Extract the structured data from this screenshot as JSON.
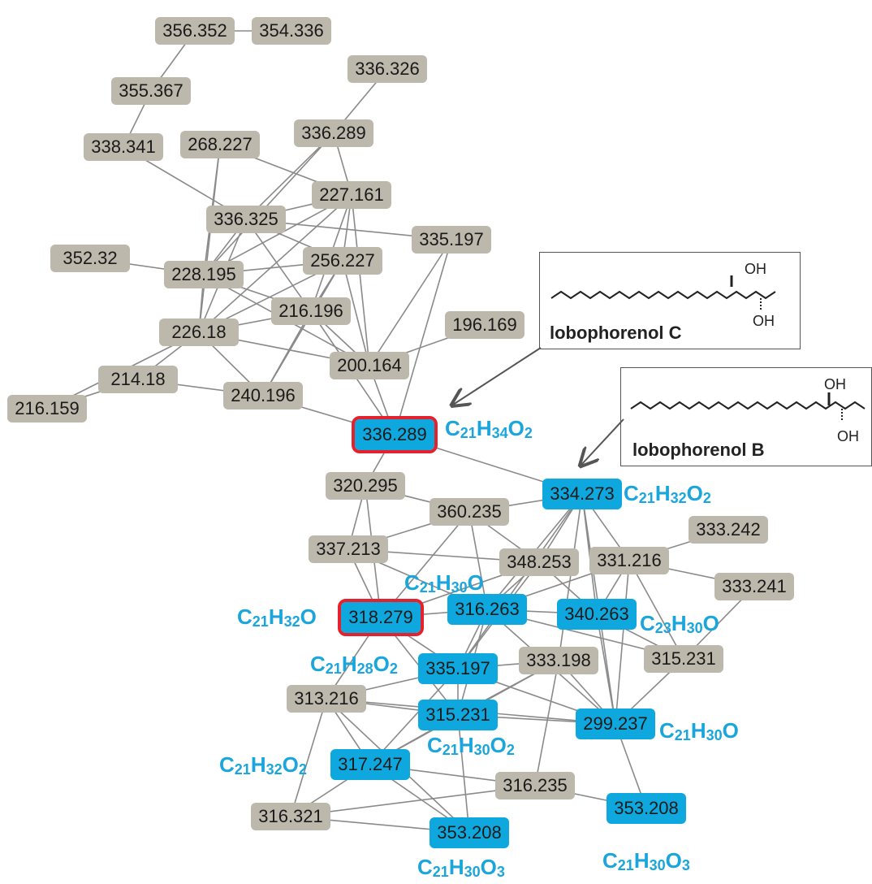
{
  "colors": {
    "gray": "#bdb8ac",
    "blue": "#0ea8de",
    "highlight": "#e3222e",
    "formula": "#1aa6dc",
    "edge": "#8a8a8a"
  },
  "nodes": [
    {
      "id": "n1",
      "label": "356.352",
      "type": "gray"
    },
    {
      "id": "n2",
      "label": "354.336",
      "type": "gray"
    },
    {
      "id": "n3",
      "label": "336.326",
      "type": "gray"
    },
    {
      "id": "n4",
      "label": "355.367",
      "type": "gray"
    },
    {
      "id": "n5",
      "label": "338.341",
      "type": "gray"
    },
    {
      "id": "n6",
      "label": "268.227",
      "type": "gray"
    },
    {
      "id": "n7",
      "label": "336.289",
      "type": "gray"
    },
    {
      "id": "n8",
      "label": "227.161",
      "type": "gray"
    },
    {
      "id": "n9",
      "label": "336.325",
      "type": "gray"
    },
    {
      "id": "n10",
      "label": "335.197",
      "type": "gray"
    },
    {
      "id": "n11",
      "label": "352.32",
      "type": "gray"
    },
    {
      "id": "n12",
      "label": "228.195",
      "type": "gray"
    },
    {
      "id": "n13",
      "label": "256.227",
      "type": "gray"
    },
    {
      "id": "n14",
      "label": "216.196",
      "type": "gray"
    },
    {
      "id": "n15",
      "label": "196.169",
      "type": "gray"
    },
    {
      "id": "n16",
      "label": "226.18",
      "type": "gray"
    },
    {
      "id": "n17",
      "label": "200.164",
      "type": "gray"
    },
    {
      "id": "n18",
      "label": "214.18",
      "type": "gray"
    },
    {
      "id": "n19",
      "label": "240.196",
      "type": "gray"
    },
    {
      "id": "n20",
      "label": "216.159",
      "type": "gray"
    },
    {
      "id": "n21",
      "label": "336.289",
      "type": "blue",
      "highlight": true
    },
    {
      "id": "n22",
      "label": "320.295",
      "type": "gray"
    },
    {
      "id": "n23",
      "label": "334.273",
      "type": "blue"
    },
    {
      "id": "n24",
      "label": "360.235",
      "type": "gray"
    },
    {
      "id": "n25",
      "label": "333.242",
      "type": "gray"
    },
    {
      "id": "n26",
      "label": "337.213",
      "type": "gray"
    },
    {
      "id": "n27",
      "label": "348.253",
      "type": "gray"
    },
    {
      "id": "n28",
      "label": "331.216",
      "type": "gray"
    },
    {
      "id": "n29",
      "label": "333.241",
      "type": "gray"
    },
    {
      "id": "n30",
      "label": "318.279",
      "type": "blue",
      "highlight": true
    },
    {
      "id": "n31",
      "label": "316.263",
      "type": "blue"
    },
    {
      "id": "n32",
      "label": "340.263",
      "type": "blue"
    },
    {
      "id": "n33",
      "label": "335.197",
      "type": "blue"
    },
    {
      "id": "n34",
      "label": "333.198",
      "type": "gray"
    },
    {
      "id": "n35",
      "label": "315.231",
      "type": "gray"
    },
    {
      "id": "n36",
      "label": "313.216",
      "type": "gray"
    },
    {
      "id": "n37",
      "label": "315.231",
      "type": "blue"
    },
    {
      "id": "n38",
      "label": "299.237",
      "type": "blue"
    },
    {
      "id": "n39",
      "label": "317.247",
      "type": "blue"
    },
    {
      "id": "n40",
      "label": "316.235",
      "type": "gray"
    },
    {
      "id": "n41",
      "label": "353.208",
      "type": "blue"
    },
    {
      "id": "n42",
      "label": "316.321",
      "type": "gray"
    },
    {
      "id": "n43",
      "label": "353.208",
      "type": "blue"
    }
  ],
  "edges": [
    [
      "n1",
      "n2"
    ],
    [
      "n1",
      "n4"
    ],
    [
      "n4",
      "n5"
    ],
    [
      "n5",
      "n9"
    ],
    [
      "n3",
      "n7"
    ],
    [
      "n7",
      "n8"
    ],
    [
      "n7",
      "n9"
    ],
    [
      "n7",
      "n12"
    ],
    [
      "n6",
      "n8"
    ],
    [
      "n6",
      "n12"
    ],
    [
      "n6",
      "n16"
    ],
    [
      "n8",
      "n9"
    ],
    [
      "n8",
      "n12"
    ],
    [
      "n8",
      "n13"
    ],
    [
      "n8",
      "n14"
    ],
    [
      "n8",
      "n17"
    ],
    [
      "n8",
      "n16"
    ],
    [
      "n9",
      "n10"
    ],
    [
      "n9",
      "n12"
    ],
    [
      "n9",
      "n13"
    ],
    [
      "n9",
      "n16"
    ],
    [
      "n9",
      "n14"
    ],
    [
      "n11",
      "n12"
    ],
    [
      "n12",
      "n13"
    ],
    [
      "n12",
      "n14"
    ],
    [
      "n12",
      "n16"
    ],
    [
      "n12",
      "n17"
    ],
    [
      "n13",
      "n16"
    ],
    [
      "n13",
      "n17"
    ],
    [
      "n13",
      "n19"
    ],
    [
      "n13",
      "n14"
    ],
    [
      "n14",
      "n17"
    ],
    [
      "n14",
      "n19"
    ],
    [
      "n14",
      "n16"
    ],
    [
      "n16",
      "n18"
    ],
    [
      "n16",
      "n17"
    ],
    [
      "n16",
      "n19"
    ],
    [
      "n16",
      "n20"
    ],
    [
      "n18",
      "n20"
    ],
    [
      "n18",
      "n19"
    ],
    [
      "n19",
      "n21"
    ],
    [
      "n15",
      "n17"
    ],
    [
      "n17",
      "n21"
    ],
    [
      "n10",
      "n21"
    ],
    [
      "n10",
      "n17"
    ],
    [
      "n14",
      "n21"
    ],
    [
      "n21",
      "n22"
    ],
    [
      "n21",
      "n23"
    ],
    [
      "n22",
      "n24"
    ],
    [
      "n22",
      "n26"
    ],
    [
      "n22",
      "n30"
    ],
    [
      "n23",
      "n24"
    ],
    [
      "n23",
      "n27"
    ],
    [
      "n23",
      "n28"
    ],
    [
      "n23",
      "n32"
    ],
    [
      "n23",
      "n31"
    ],
    [
      "n23",
      "n38"
    ],
    [
      "n23",
      "n33"
    ],
    [
      "n23",
      "n34"
    ],
    [
      "n24",
      "n26"
    ],
    [
      "n24",
      "n27"
    ],
    [
      "n24",
      "n30"
    ],
    [
      "n24",
      "n31"
    ],
    [
      "n26",
      "n30"
    ],
    [
      "n26",
      "n27"
    ],
    [
      "n26",
      "n31"
    ],
    [
      "n25",
      "n28"
    ],
    [
      "n28",
      "n29"
    ],
    [
      "n28",
      "n31"
    ],
    [
      "n28",
      "n35"
    ],
    [
      "n28",
      "n38"
    ],
    [
      "n28",
      "n32"
    ],
    [
      "n27",
      "n31"
    ],
    [
      "n27",
      "n32"
    ],
    [
      "n27",
      "n30"
    ],
    [
      "n27",
      "n33"
    ],
    [
      "n29",
      "n35"
    ],
    [
      "n30",
      "n31"
    ],
    [
      "n30",
      "n33"
    ],
    [
      "n30",
      "n36"
    ],
    [
      "n30",
      "n37"
    ],
    [
      "n31",
      "n32"
    ],
    [
      "n31",
      "n33"
    ],
    [
      "n31",
      "n35"
    ],
    [
      "n31",
      "n38"
    ],
    [
      "n31",
      "n37"
    ],
    [
      "n32",
      "n38"
    ],
    [
      "n32",
      "n35"
    ],
    [
      "n33",
      "n34"
    ],
    [
      "n33",
      "n36"
    ],
    [
      "n33",
      "n37"
    ],
    [
      "n33",
      "n38"
    ],
    [
      "n33",
      "n39"
    ],
    [
      "n34",
      "n37"
    ],
    [
      "n34",
      "n38"
    ],
    [
      "n34",
      "n40"
    ],
    [
      "n34",
      "n39"
    ],
    [
      "n35",
      "n38"
    ],
    [
      "n36",
      "n37"
    ],
    [
      "n36",
      "n38"
    ],
    [
      "n36",
      "n39"
    ],
    [
      "n36",
      "n42"
    ],
    [
      "n36",
      "n43"
    ],
    [
      "n37",
      "n39"
    ],
    [
      "n37",
      "n43"
    ],
    [
      "n37",
      "n38"
    ],
    [
      "n38",
      "n41"
    ],
    [
      "n39",
      "n40"
    ],
    [
      "n39",
      "n42"
    ],
    [
      "n39",
      "n43"
    ],
    [
      "n40",
      "n41"
    ],
    [
      "n40",
      "n42"
    ],
    [
      "n42",
      "n43"
    ]
  ],
  "formulas": [
    {
      "id": "f1",
      "target": "n21",
      "parts": [
        [
          "C",
          ""
        ],
        [
          "21",
          "sub"
        ],
        [
          "H",
          ""
        ],
        [
          "34",
          "sub"
        ],
        [
          "O",
          ""
        ],
        [
          "2",
          "sub"
        ]
      ]
    },
    {
      "id": "f2",
      "target": "n23",
      "parts": [
        [
          "C",
          ""
        ],
        [
          "21",
          "sub"
        ],
        [
          "H",
          ""
        ],
        [
          "32",
          "sub"
        ],
        [
          "O",
          ""
        ],
        [
          "2",
          "sub"
        ]
      ]
    },
    {
      "id": "f3",
      "target": "n31",
      "parts": [
        [
          "C",
          ""
        ],
        [
          "21",
          "sub"
        ],
        [
          "H",
          ""
        ],
        [
          "30",
          "sub"
        ],
        [
          "O",
          ""
        ]
      ]
    },
    {
      "id": "f4",
      "target": "n30",
      "parts": [
        [
          "C",
          ""
        ],
        [
          "21",
          "sub"
        ],
        [
          "H",
          ""
        ],
        [
          "32",
          "sub"
        ],
        [
          "O",
          ""
        ]
      ]
    },
    {
      "id": "f5",
      "target": "n32",
      "parts": [
        [
          "C",
          ""
        ],
        [
          "23",
          "sub"
        ],
        [
          "H",
          ""
        ],
        [
          "30",
          "sub"
        ],
        [
          "O",
          ""
        ]
      ]
    },
    {
      "id": "f6",
      "target": "n33",
      "parts": [
        [
          "C",
          ""
        ],
        [
          "21",
          "sub"
        ],
        [
          "H",
          ""
        ],
        [
          "28",
          "sub"
        ],
        [
          "O",
          ""
        ],
        [
          "2",
          "sub"
        ]
      ]
    },
    {
      "id": "f7",
      "target": "n38",
      "parts": [
        [
          "C",
          ""
        ],
        [
          "21",
          "sub"
        ],
        [
          "H",
          ""
        ],
        [
          "30",
          "sub"
        ],
        [
          "O",
          ""
        ]
      ]
    },
    {
      "id": "f8",
      "target": "n37",
      "parts": [
        [
          "C",
          ""
        ],
        [
          "21",
          "sub"
        ],
        [
          "H",
          ""
        ],
        [
          "30",
          "sub"
        ],
        [
          "O",
          ""
        ],
        [
          "2",
          "sub"
        ]
      ]
    },
    {
      "id": "f9",
      "target": "n39",
      "parts": [
        [
          "C",
          ""
        ],
        [
          "21",
          "sub"
        ],
        [
          "H",
          ""
        ],
        [
          "32",
          "sub"
        ],
        [
          "O",
          ""
        ],
        [
          "2",
          "sub"
        ]
      ]
    },
    {
      "id": "f10",
      "target": "n41",
      "parts": [
        [
          "C",
          ""
        ],
        [
          "21",
          "sub"
        ],
        [
          "H",
          ""
        ],
        [
          "30",
          "sub"
        ],
        [
          "O",
          ""
        ],
        [
          "3",
          "sub"
        ]
      ]
    },
    {
      "id": "f11",
      "target": "n43",
      "parts": [
        [
          "C",
          ""
        ],
        [
          "21",
          "sub"
        ],
        [
          "H",
          ""
        ],
        [
          "30",
          "sub"
        ],
        [
          "O",
          ""
        ],
        [
          "3",
          "sub"
        ]
      ]
    }
  ],
  "structures": {
    "c": {
      "name": "lobophorenol C",
      "oh_top": "OH",
      "oh_bottom": "OH"
    },
    "b": {
      "name": "lobophorenol B",
      "oh_top": "OH",
      "oh_bottom": "OH"
    }
  }
}
